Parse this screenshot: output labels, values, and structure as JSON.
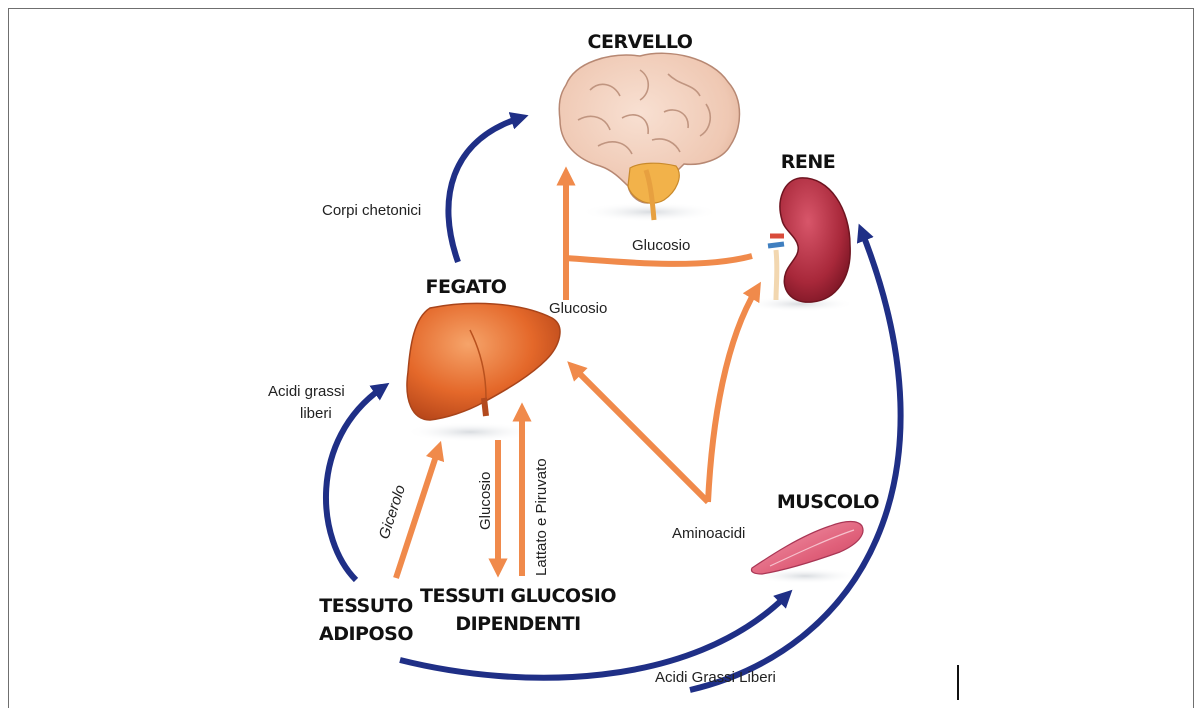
{
  "organs": {
    "brain": "CERVELLO",
    "kidney": "RENE",
    "liver": "FEGATO",
    "muscle": "MUSCOLO",
    "adipose_line1": "TESSUTO",
    "adipose_line2": "ADIPOSO",
    "tissues_line1": "TESSUTI GLUCOSIO",
    "tissues_line2": "DIPENDENTI"
  },
  "arrow_labels": {
    "ketones": "Corpi chetonici",
    "glucose_kidney": "Glucosio",
    "glucose_liver": "Glucosio",
    "ffa_line1": "Acidi grassi",
    "ffa_line2": "liberi",
    "glycerol": "Gicerolo",
    "glucose_down": "Glucosio",
    "lactate": "Lattato e Piruvato",
    "amino": "Aminoacidi",
    "ffa_bottom": "Acidi Grassi Liberi"
  },
  "colors": {
    "orange_arrow": "#f08a4b",
    "blue_arrow": "#1f2f86",
    "liver": "#e4682a",
    "kidney": "#a8283a",
    "brain": "#efc8b3",
    "muscle": "#e0607a"
  }
}
